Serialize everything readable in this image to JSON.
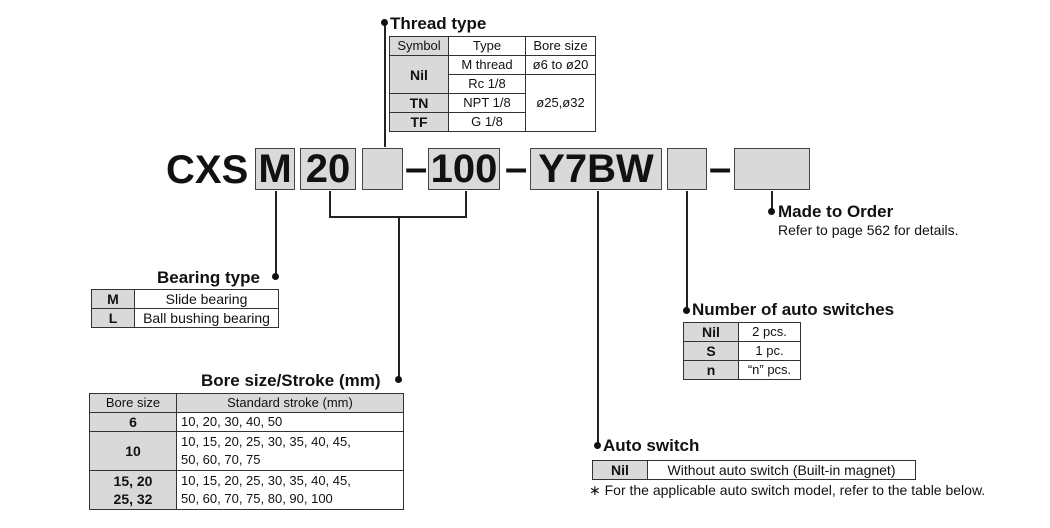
{
  "model": {
    "prefix": "CXS",
    "bearing_code": "M",
    "bore_code": "20",
    "stroke_code": "100",
    "switch_code": "Y7BW",
    "dash": "–"
  },
  "thread_type": {
    "title": "Thread type",
    "headers": [
      "Symbol",
      "Type",
      "Bore size"
    ],
    "rows": [
      {
        "symbol": "Nil",
        "type": "M thread",
        "bore": "ø6 to ø20"
      },
      {
        "symbol": "",
        "type": "Rc 1/8",
        "bore": ""
      },
      {
        "symbol": "TN",
        "type": "NPT 1/8",
        "bore": "ø25,ø32"
      },
      {
        "symbol": "TF",
        "type": "G 1/8",
        "bore": ""
      }
    ]
  },
  "made_to_order": {
    "title": "Made to Order",
    "note": "Refer to page 562 for details."
  },
  "bearing_type": {
    "title": "Bearing type",
    "rows": [
      {
        "symbol": "M",
        "desc": "Slide bearing"
      },
      {
        "symbol": "L",
        "desc": "Ball bushing bearing"
      }
    ]
  },
  "auto_switch_count": {
    "title": "Number of auto switches",
    "rows": [
      {
        "symbol": "Nil",
        "desc": "2 pcs."
      },
      {
        "symbol": "S",
        "desc": "1 pc."
      },
      {
        "symbol": "n",
        "desc": "“n” pcs."
      }
    ]
  },
  "bore_stroke": {
    "title": "Bore size/Stroke (mm)",
    "headers": [
      "Bore size",
      "Standard stroke (mm)"
    ],
    "rows": [
      {
        "bore": "6",
        "stroke": [
          "10, 20, 30, 40, 50"
        ]
      },
      {
        "bore": "10",
        "stroke": [
          "10, 15, 20, 25, 30, 35, 40, 45,",
          "50, 60, 70, 75"
        ]
      },
      {
        "bore": [
          "15, 20",
          "25, 32"
        ],
        "stroke": [
          "10, 15, 20, 25, 30, 35, 40, 45,",
          "50, 60, 70, 75, 80, 90, 100"
        ]
      }
    ]
  },
  "auto_switch": {
    "title": "Auto switch",
    "rows": [
      {
        "symbol": "Nil",
        "desc": "Without auto switch (Built-in magnet)"
      }
    ],
    "note": "∗ For the applicable auto switch model, refer to the table below."
  }
}
